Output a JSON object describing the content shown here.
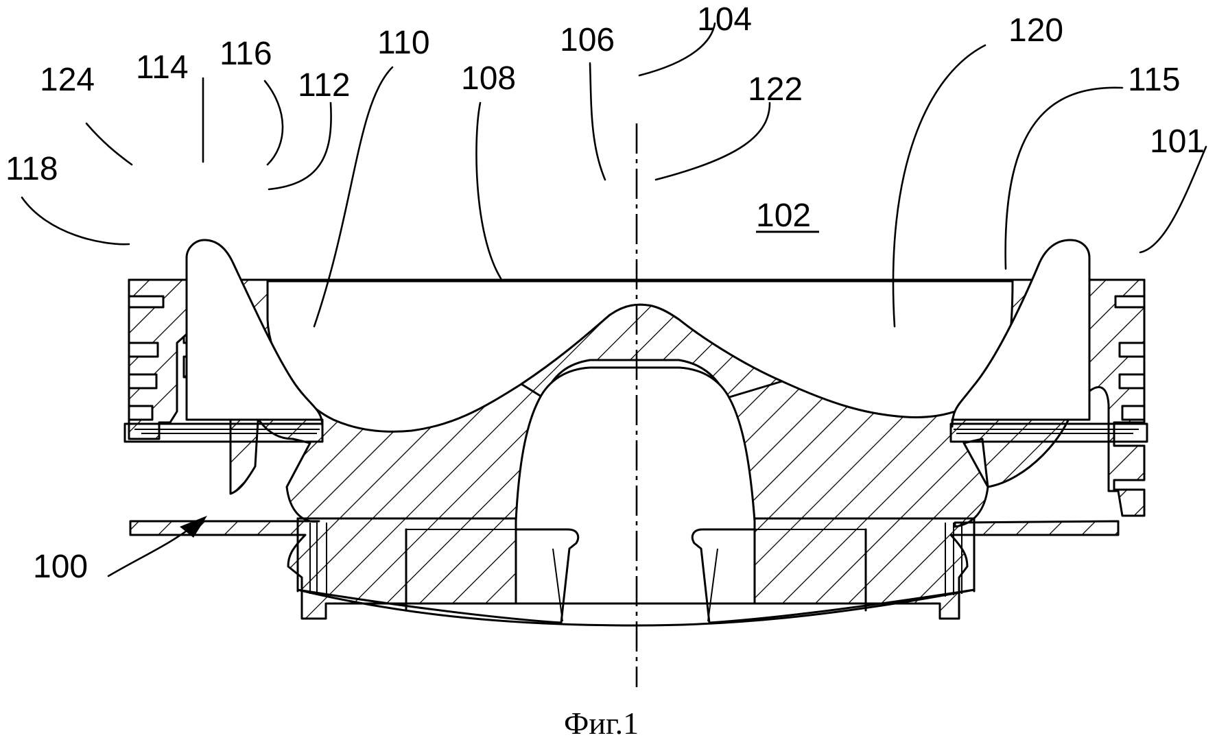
{
  "figure": {
    "caption": "Фиг.1",
    "underlined_label": "102",
    "reference_numerals": [
      "100",
      "101",
      "102",
      "104",
      "106",
      "108",
      "110",
      "112",
      "114",
      "115",
      "116",
      "118",
      "120",
      "122",
      "124"
    ]
  },
  "colors": {
    "ink": "#000000",
    "paper": "#ffffff"
  }
}
